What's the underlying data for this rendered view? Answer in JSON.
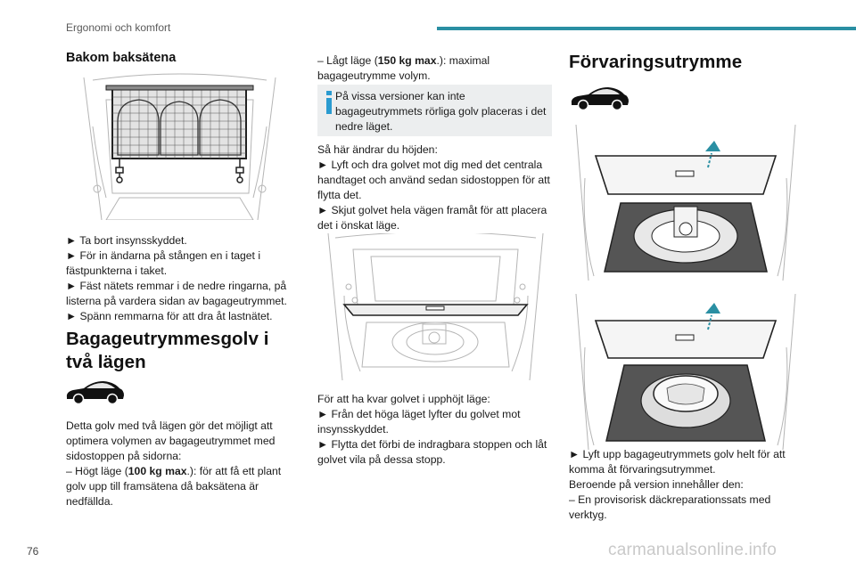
{
  "header": {
    "title": "Ergonomi och komfort",
    "accent_color": "#2a8fa3"
  },
  "page_number": "76",
  "watermark": "carmanualsonline.info",
  "col1": {
    "heading": "Bakom baksätena",
    "figure_icon": "cargo-net-illustration",
    "steps": [
      "► Ta bort insynsskyddet.",
      "► För in ändarna på stången en i taget i fästpunkterna i taket.",
      "► Fäst nätets remmar i de nedre ringarna, på listerna på vardera sidan av bagageutrymmet.",
      "► Spänn remmarna för att dra åt lastnätet."
    ],
    "section_heading": "Bagageutrymmesgolv i två lägen",
    "intro": "Detta golv med två lägen gör det möjligt att optimera volymen av bagageutrymmet med sidostoppen på sidorna:",
    "high_prefix": "– Högt läge (",
    "high_bold": "100 kg max",
    "high_suffix": ".): för att få ett plant golv upp till framsätena då baksätena är nedfällda."
  },
  "col2": {
    "low_prefix": "– Lågt läge (",
    "low_bold": "150 kg max",
    "low_suffix": ".): maximal bagageutrymme volym.",
    "note": "På vissa versioner kan inte bagageutrymmets rörliga golv placeras i det nedre läget.",
    "change_title": "Så här ändrar du höjden:",
    "change_steps": [
      "► Lyft och dra golvet mot dig med det centrala handtaget och använd sedan sidostoppen för att flytta det.",
      "► Skjut golvet hela vägen framåt för att placera det i önskat läge."
    ],
    "keep_title": "För att ha kvar golvet i upphöjt läge:",
    "keep_steps": [
      "► Från det höga läget lyfter du golvet mot insynsskyddet.",
      "► Flytta det förbi de indragbara stoppen och låt golvet vila på dessa stopp."
    ]
  },
  "col3": {
    "heading": "Förvaringsutrymme",
    "lift_step": "► Lyft upp bagageutrymmets golv helt för att komma åt förvaringsutrymmet.",
    "version_text": "Beroende på version innehåller den:",
    "items": [
      "– En provisorisk däckreparationssats med verktyg."
    ]
  }
}
